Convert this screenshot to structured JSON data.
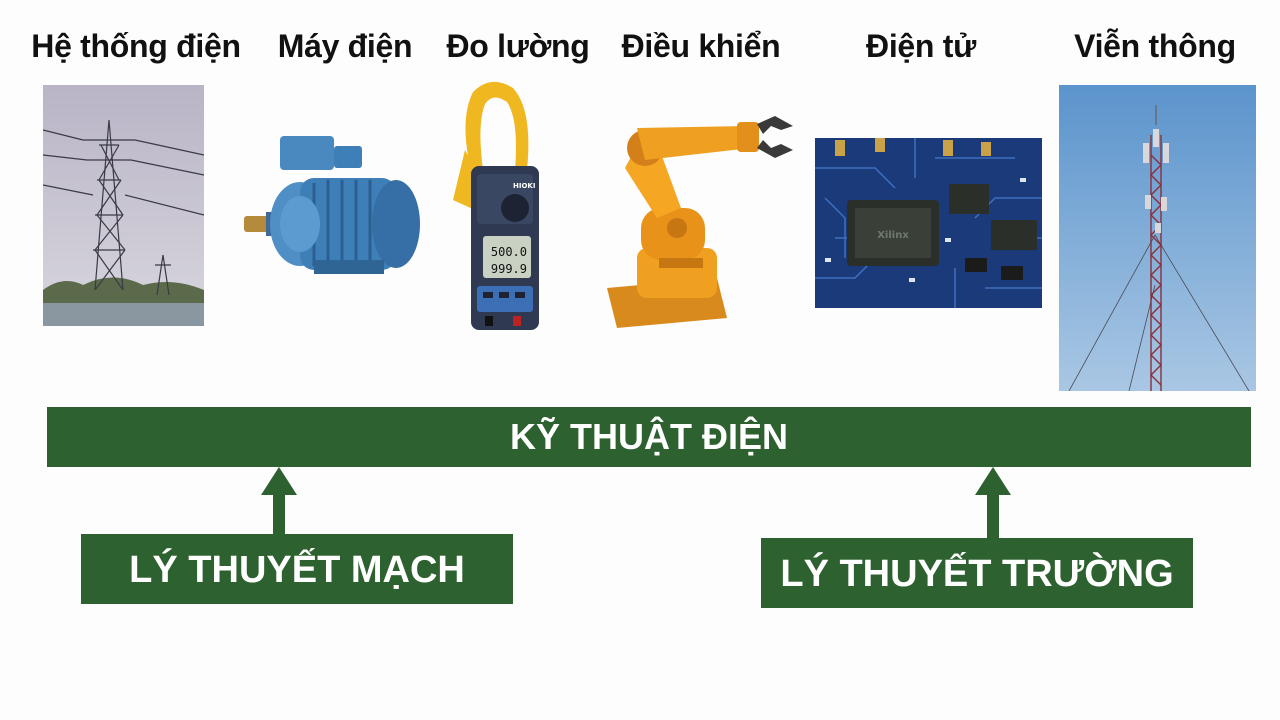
{
  "categories": [
    {
      "label": "Hệ thống điện",
      "icon": "transmission-tower-icon"
    },
    {
      "label": "Máy điện",
      "icon": "electric-motor-icon"
    },
    {
      "label": "Đo lường",
      "icon": "clamp-meter-icon"
    },
    {
      "label": "Điều khiển",
      "icon": "robot-arm-icon"
    },
    {
      "label": "Điện tử",
      "icon": "circuit-board-icon"
    },
    {
      "label": "Viễn thông",
      "icon": "telecom-tower-icon"
    }
  ],
  "meter": {
    "brand": "HIOKI",
    "reading_top": "500.0",
    "reading_bottom": "999.9"
  },
  "chip_text": "Xilinx",
  "main_banner": "KỸ THUẬT ĐIỆN",
  "foundations": [
    {
      "label": "LÝ THUYẾT MẠCH"
    },
    {
      "label": "LÝ THUYẾT TRƯỜNG"
    }
  ],
  "colors": {
    "banner": "#2e6130",
    "banner_text": "#ffffff",
    "title_text": "#111111"
  }
}
